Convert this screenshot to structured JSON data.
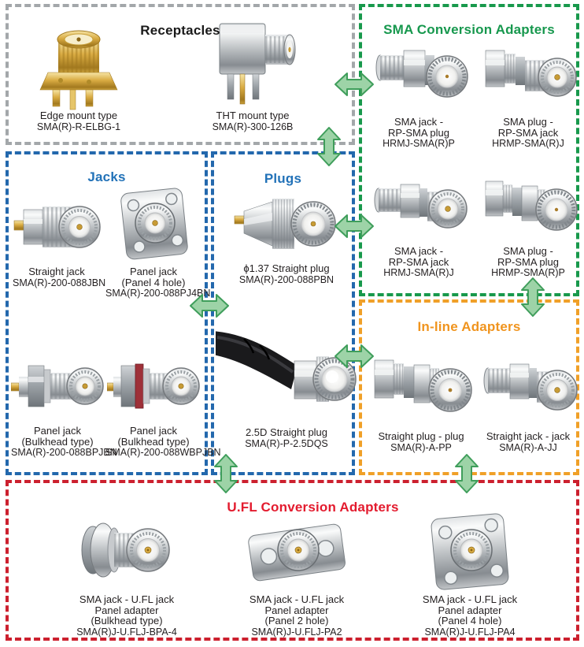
{
  "sections": {
    "receptacles": {
      "title": "Receptacles",
      "products": [
        {
          "icon": "edge-mount-receptacle-photo",
          "lines": [
            "Edge mount type"
          ],
          "part": "SMA(R)-R-ELBG-1"
        },
        {
          "icon": "tht-receptacle-photo",
          "lines": [
            "THT mount type"
          ],
          "part": "SMA(R)-300-126B"
        }
      ]
    },
    "sma_conversion": {
      "title": "SMA Conversion Adapters",
      "products": [
        {
          "icon": "sma-jack-rp-sma-plug-photo",
          "lines": [
            "SMA jack -",
            "RP-SMA plug"
          ],
          "part": "HRMJ-SMA(R)P"
        },
        {
          "icon": "sma-plug-rp-sma-jack-photo",
          "lines": [
            "SMA plug -",
            "RP-SMA jack"
          ],
          "part": "HRMP-SMA(R)J"
        },
        {
          "icon": "sma-jack-rp-sma-jack-photo",
          "lines": [
            "SMA jack -",
            "RP-SMA jack"
          ],
          "part": "HRMJ-SMA(R)J"
        },
        {
          "icon": "sma-plug-rp-sma-plug-photo",
          "lines": [
            "SMA plug -",
            "RP-SMA plug"
          ],
          "part": "HRMP-SMA(R)P"
        }
      ]
    },
    "jacks": {
      "title": "Jacks",
      "products": [
        {
          "icon": "straight-jack-photo",
          "lines": [
            "Straight jack"
          ],
          "part": "SMA(R)-200-088JBN"
        },
        {
          "icon": "panel-jack-4hole-photo",
          "lines": [
            "Panel jack",
            "(Panel 4 hole)"
          ],
          "part": "SMA(R)-200-088PJ4BN"
        },
        {
          "icon": "panel-jack-bulkhead-photo",
          "lines": [
            "Panel jack",
            "(Bulkhead type)"
          ],
          "part": "SMA(R)-200-088BPJBN"
        },
        {
          "icon": "panel-jack-bulkhead-waterproof-photo",
          "lines": [
            "Panel jack",
            "(Bulkhead type)"
          ],
          "part": "SMA(R)-200-088WBPJBN"
        }
      ]
    },
    "plugs": {
      "title": "Plugs",
      "products": [
        {
          "icon": "dia137-straight-plug-photo",
          "lines": [
            "ϕ1.37 Straight plug"
          ],
          "part": "SMA(R)-200-088PBN"
        },
        {
          "icon": "25d-straight-plug-photo",
          "lines": [
            "2.5D Straight plug"
          ],
          "part": "SMA(R)-P-2.5DQS"
        }
      ]
    },
    "inline_adapters": {
      "title": "In-line Adapters",
      "products": [
        {
          "icon": "straight-plug-plug-photo",
          "lines": [
            "Straight plug - plug"
          ],
          "part": "SMA(R)-A-PP"
        },
        {
          "icon": "straight-jack-jack-photo",
          "lines": [
            "Straight jack - jack"
          ],
          "part": "SMA(R)-A-JJ"
        }
      ]
    },
    "ufl_conversion": {
      "title": "U.FL Conversion Adapters",
      "products": [
        {
          "icon": "ufl-panel-adapter-bulkhead-photo",
          "lines": [
            "SMA jack - U.FL jack",
            "Panel adapter",
            "(Bulkhead type)"
          ],
          "part": "SMA(R)J-U.FLJ-BPA-4"
        },
        {
          "icon": "ufl-panel-adapter-2hole-photo",
          "lines": [
            "SMA jack - U.FL jack",
            "Panel adapter",
            "(Panel 2 hole)"
          ],
          "part": "SMA(R)J-U.FLJ-PA2"
        },
        {
          "icon": "ufl-panel-adapter-4hole-photo",
          "lines": [
            "SMA jack - U.FL jack",
            "Panel adapter",
            "(Panel 4 hole)"
          ],
          "part": "SMA(R)J-U.FLJ-PA4"
        }
      ]
    }
  },
  "arrows": [
    {
      "between": [
        "receptacles",
        "sma_conversion"
      ],
      "direction": "horizontal"
    },
    {
      "between": [
        "receptacles",
        "plugs"
      ],
      "direction": "vertical"
    },
    {
      "between": [
        "plugs",
        "sma_conversion"
      ],
      "direction": "horizontal"
    },
    {
      "between": [
        "jacks",
        "plugs"
      ],
      "direction": "horizontal"
    },
    {
      "between": [
        "sma_conversion",
        "inline_adapters"
      ],
      "direction": "vertical"
    },
    {
      "between": [
        "plugs",
        "inline_adapters"
      ],
      "direction": "horizontal"
    },
    {
      "between": [
        "plugs",
        "ufl_conversion"
      ],
      "direction": "vertical"
    },
    {
      "between": [
        "inline_adapters",
        "ufl_conversion"
      ],
      "direction": "vertical"
    }
  ],
  "colors": {
    "receptacles_border": "#a3a7aa",
    "jacks_plugs_border": "#2368ad",
    "sma_border": "#18994c",
    "inline_border": "#f0a028",
    "ufl_border": "#cc202e",
    "receptacles_title": "#1a1a1a",
    "jacks_plugs_title": "#2272b8",
    "sma_title": "#17984e",
    "inline_title": "#f0941e",
    "ufl_title": "#e31b2e",
    "arrow_fill": "#9dd3a7",
    "arrow_stroke": "#3f9e5b"
  }
}
